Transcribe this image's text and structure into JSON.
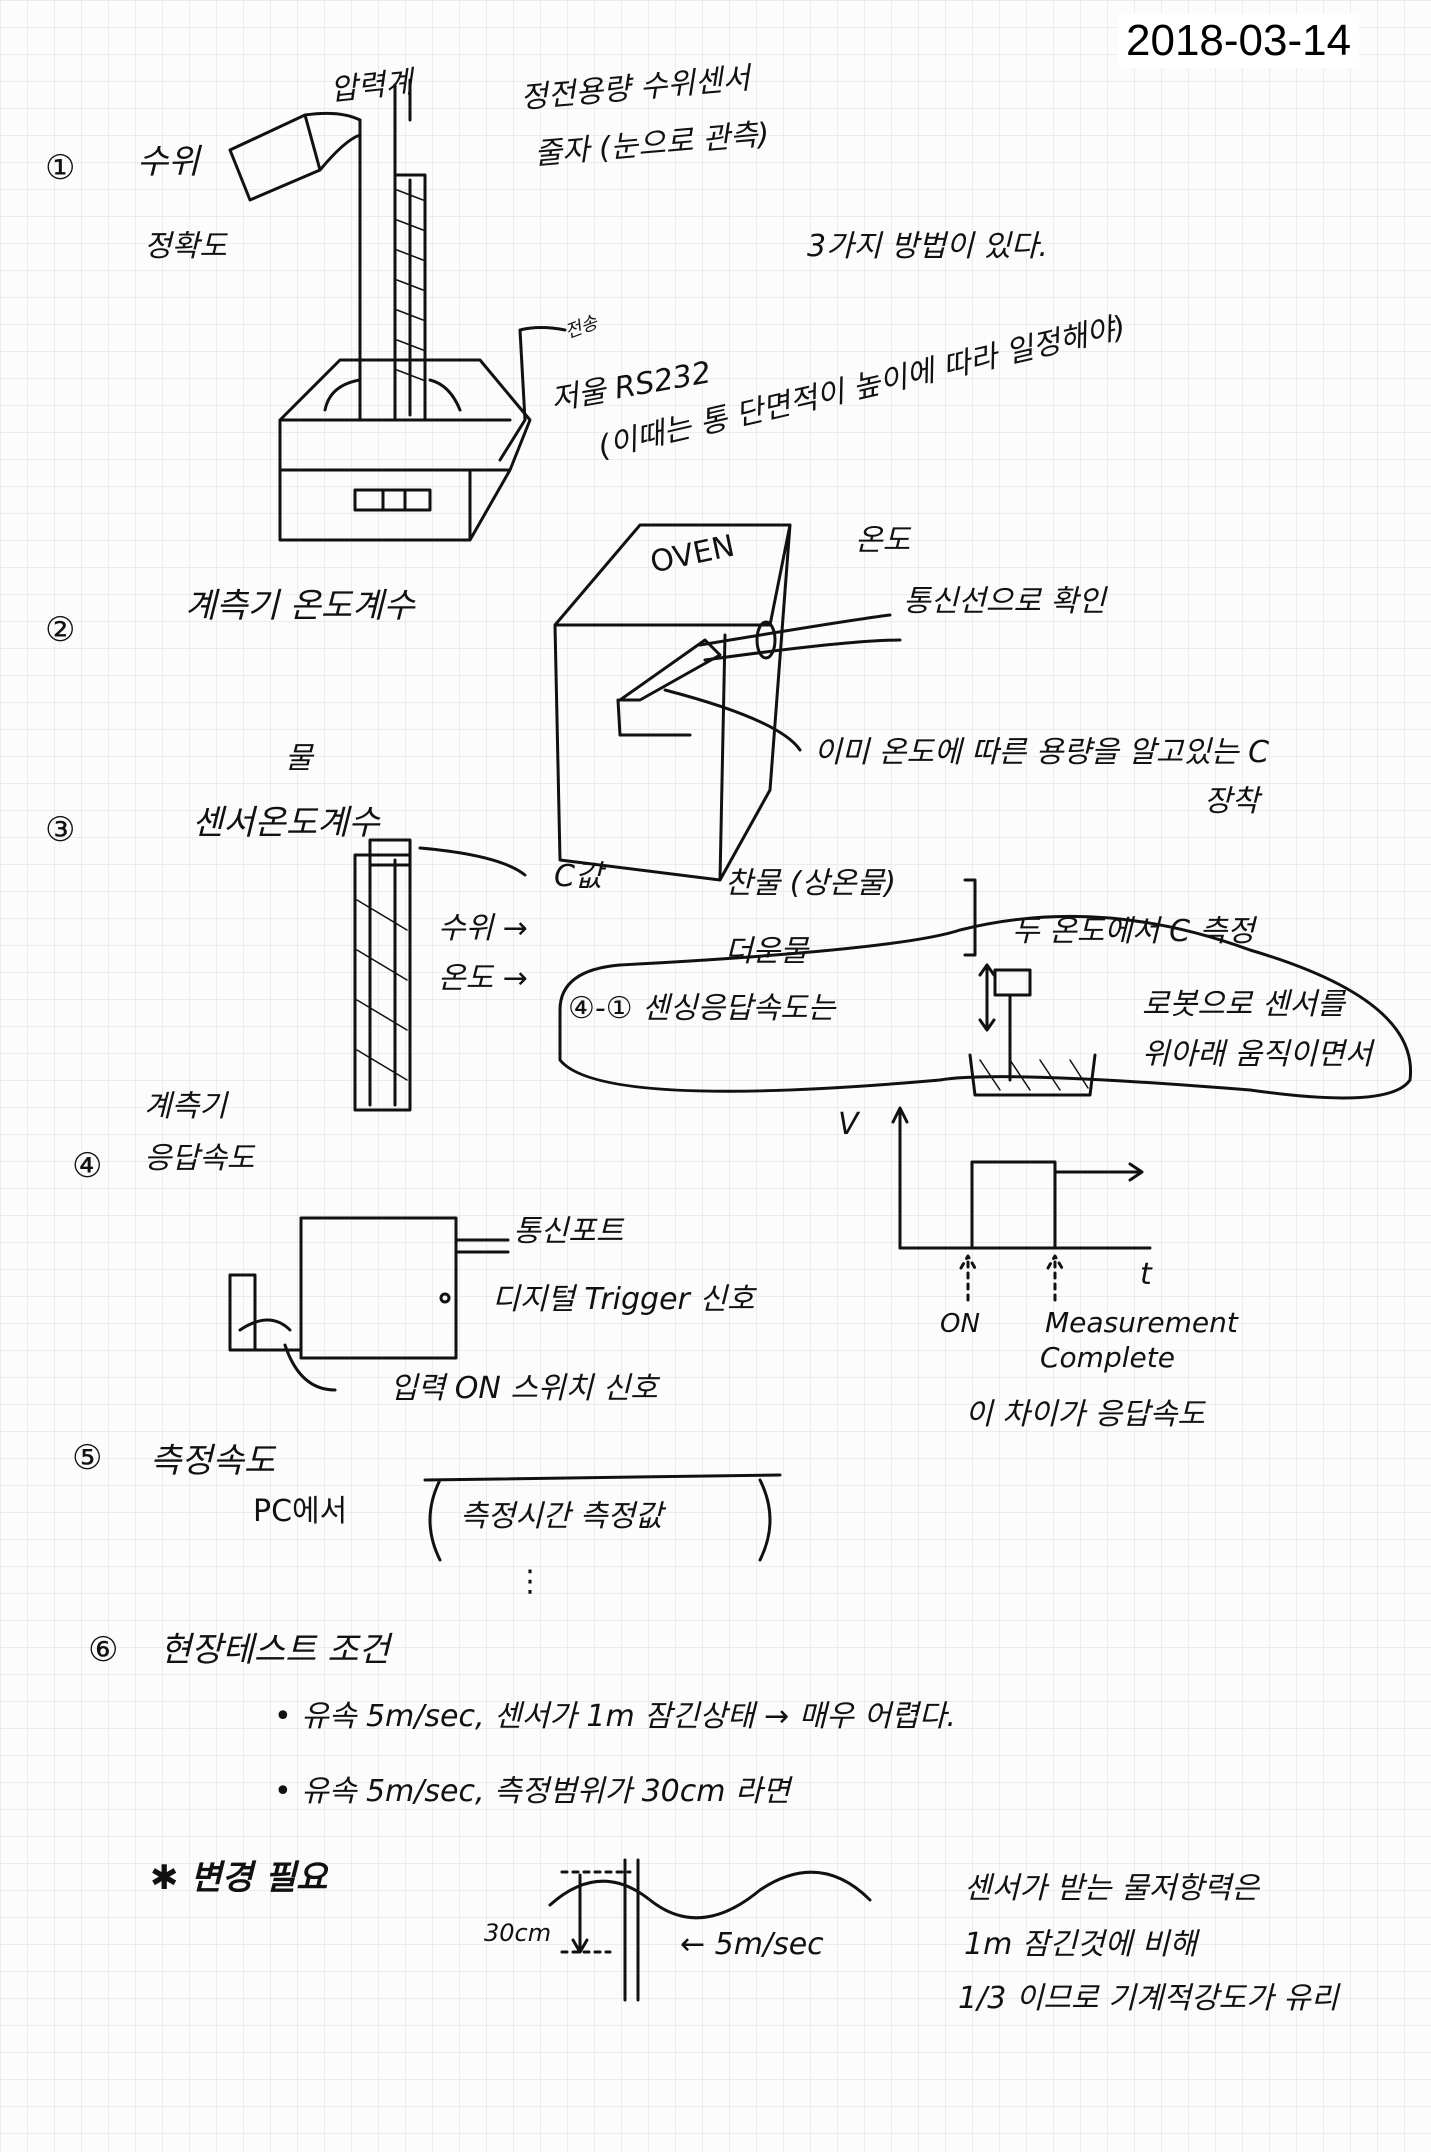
{
  "date": "2018-03-14",
  "section1": {
    "number": "①",
    "title_line1": "수위",
    "title_line2": "정확도",
    "label_pressure": "압력계",
    "label_capacitive": "정전용량 수위센서",
    "label_tape": "줄자 (눈으로 관측)",
    "note_methods": "3가지 방법이 있다.",
    "label_scale": "저울 RS232",
    "note_scale": "(이때는 통 단면적이 높이에 따라 일정해야)",
    "label_arrow_small": "전송"
  },
  "section2": {
    "number": "②",
    "title": "계측기 온도계수",
    "oven_label": "OVEN",
    "label_temp": "온도",
    "label_comm": "통신선으로 확인",
    "note_line1": "이미 온도에 따른 용량을 알고있는 C",
    "note_line2": "장착"
  },
  "section3": {
    "number": "③",
    "title": "센서온도계수",
    "title_insert": "물",
    "label_c": "C값",
    "label_level": "수위 →",
    "label_temp": "온도 →",
    "cold_water": "찬물 (상온물)",
    "hot_water": "더운물",
    "measure_note": "두 온도에서 C 측정"
  },
  "section4_1": {
    "label": "④-① 센싱응답속도는",
    "robot_line1": "로봇으로 센서를",
    "robot_line2": "위아래 움직이면서"
  },
  "graph": {
    "y_axis": "V",
    "x_axis": "t",
    "on_label": "ON",
    "complete_line1": "Measurement",
    "complete_line2": "Complete",
    "note": "이 차이가 응답속도"
  },
  "section4": {
    "number": "④",
    "title_line1": "계측기",
    "title_line2": "응답속도",
    "label_port": "통신포트",
    "label_trigger": "디지털 Trigger 신호",
    "label_switch": "입력 ON 스위치 신호"
  },
  "section5": {
    "number": "⑤",
    "title": "측정속도",
    "pc_label": "PC에서",
    "brace_content": "측정시간  측정값",
    "ellipsis": "⋮"
  },
  "section6": {
    "number": "⑥",
    "title": "현장테스트 조건",
    "bullets": [
      "• 유속 5m/sec, 센서가 1m 잠긴상태 → 매우 어렵다.",
      "• 유속 5m/sec, 측정범위가 30cm 라면"
    ],
    "change_label": "✱ 변경 필요",
    "depth_label": "30cm",
    "flow_label": "← 5m/sec",
    "note_line1": "센서가 받는 물저항력은",
    "note_line2": "1m 잠긴것에 비해",
    "note_line3": "1/3 이므로 기계적강도가 유리"
  }
}
